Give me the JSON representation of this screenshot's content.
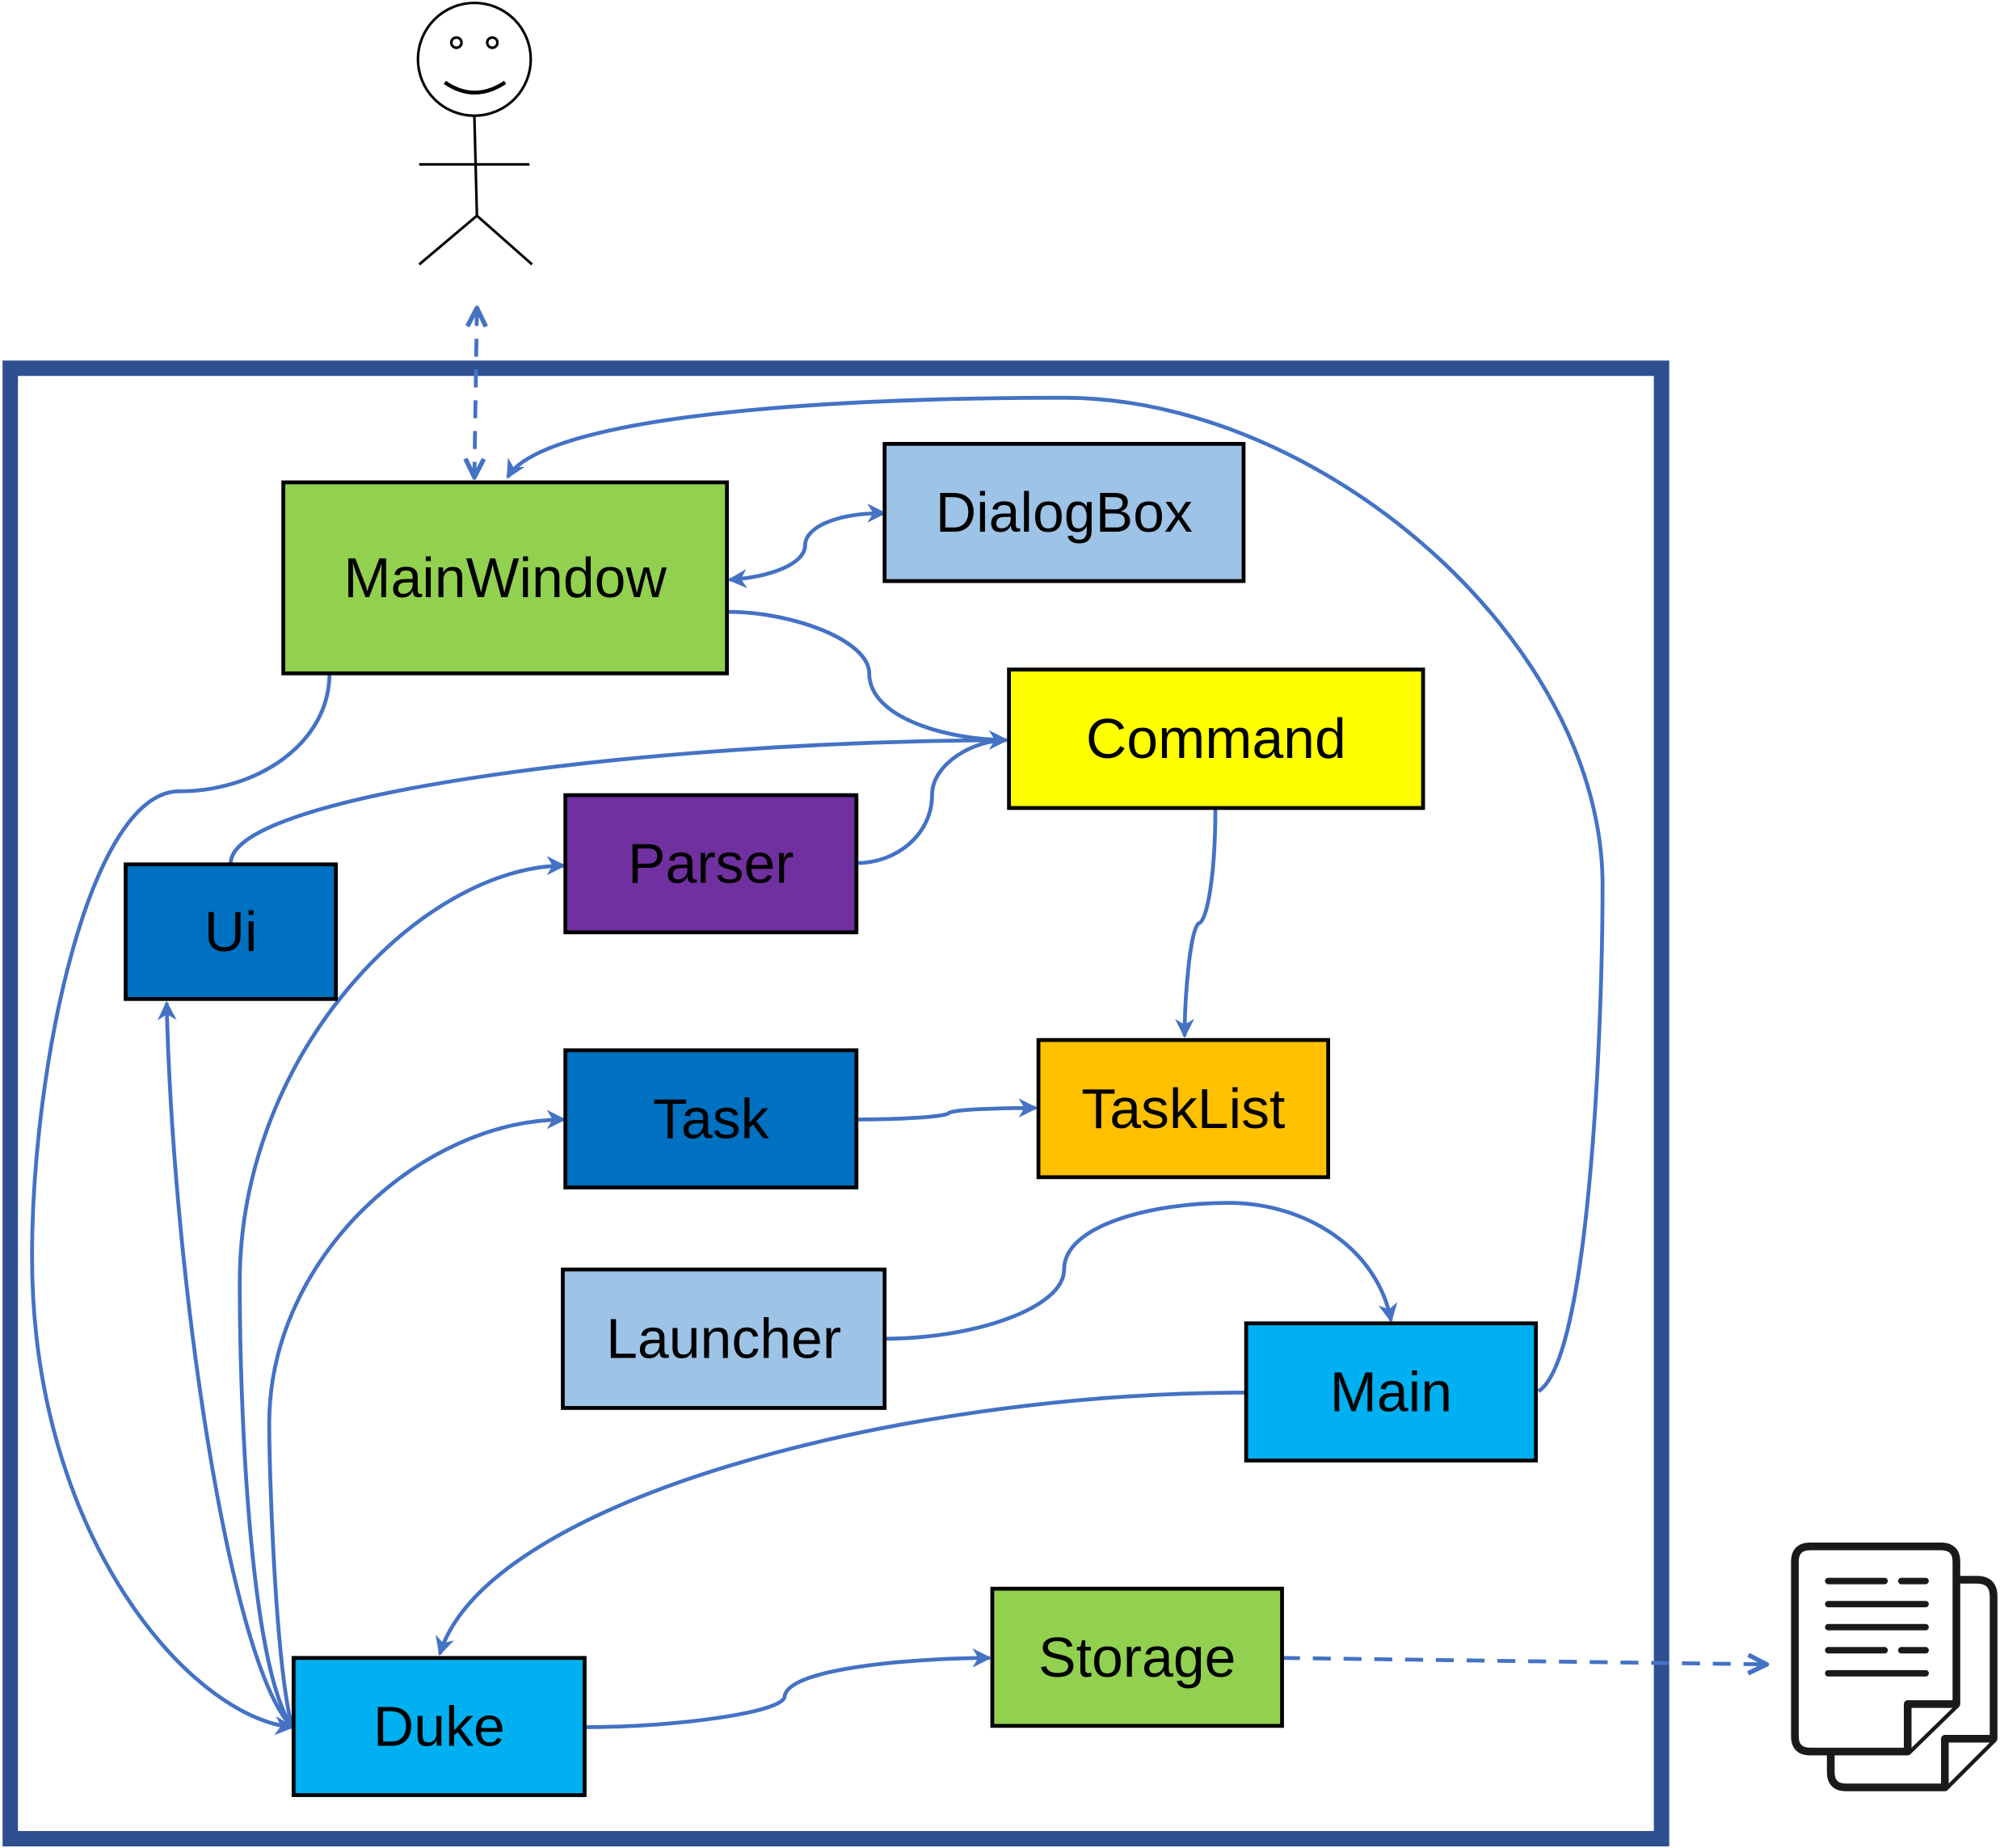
{
  "diagram": {
    "frame_color": "#2F5090",
    "edge_color": "#4472C4",
    "actor": {
      "icon": "stick-figure-user-icon"
    },
    "storage_file": {
      "icon": "document-file-icon"
    },
    "components": {
      "mainwindow": {
        "label": "MainWindow",
        "color": "#92D050"
      },
      "dialogbox": {
        "label": "DialogBox",
        "color": "#9DC3E6"
      },
      "command": {
        "label": "Command",
        "color": "#FFFF00"
      },
      "parser": {
        "label": "Parser",
        "color": "#7030A0"
      },
      "ui": {
        "label": "Ui",
        "color": "#0070C0"
      },
      "task": {
        "label": "Task",
        "color": "#0070C0"
      },
      "tasklist": {
        "label": "TaskList",
        "color": "#FFC000"
      },
      "launcher": {
        "label": "Launcher",
        "color": "#9DC3E6"
      },
      "main": {
        "label": "Main",
        "color": "#00B0F0"
      },
      "storage": {
        "label": "Storage",
        "color": "#92D050"
      },
      "duke": {
        "label": "Duke",
        "color": "#00B0F0"
      }
    },
    "edges": [
      {
        "from": "User",
        "to": "MainWindow",
        "style": "dashed",
        "direction": "both"
      },
      {
        "from": "Main",
        "to": "MainWindow"
      },
      {
        "from": "MainWindow",
        "to": "DialogBox",
        "direction": "both"
      },
      {
        "from": "MainWindow",
        "to": "Command"
      },
      {
        "from": "Ui",
        "to": "Command"
      },
      {
        "from": "Parser",
        "to": "Command"
      },
      {
        "from": "Command",
        "to": "TaskList"
      },
      {
        "from": "Task",
        "to": "TaskList"
      },
      {
        "from": "Launcher",
        "to": "Main"
      },
      {
        "from": "Main",
        "to": "Duke"
      },
      {
        "from": "Duke",
        "to": "Storage"
      },
      {
        "from": "Storage",
        "to": "File",
        "style": "dashed"
      },
      {
        "from": "MainWindow",
        "to": "Duke"
      },
      {
        "from": "Duke",
        "to": "Ui"
      },
      {
        "from": "Duke",
        "to": "Parser"
      },
      {
        "from": "Duke",
        "to": "Task"
      }
    ]
  }
}
